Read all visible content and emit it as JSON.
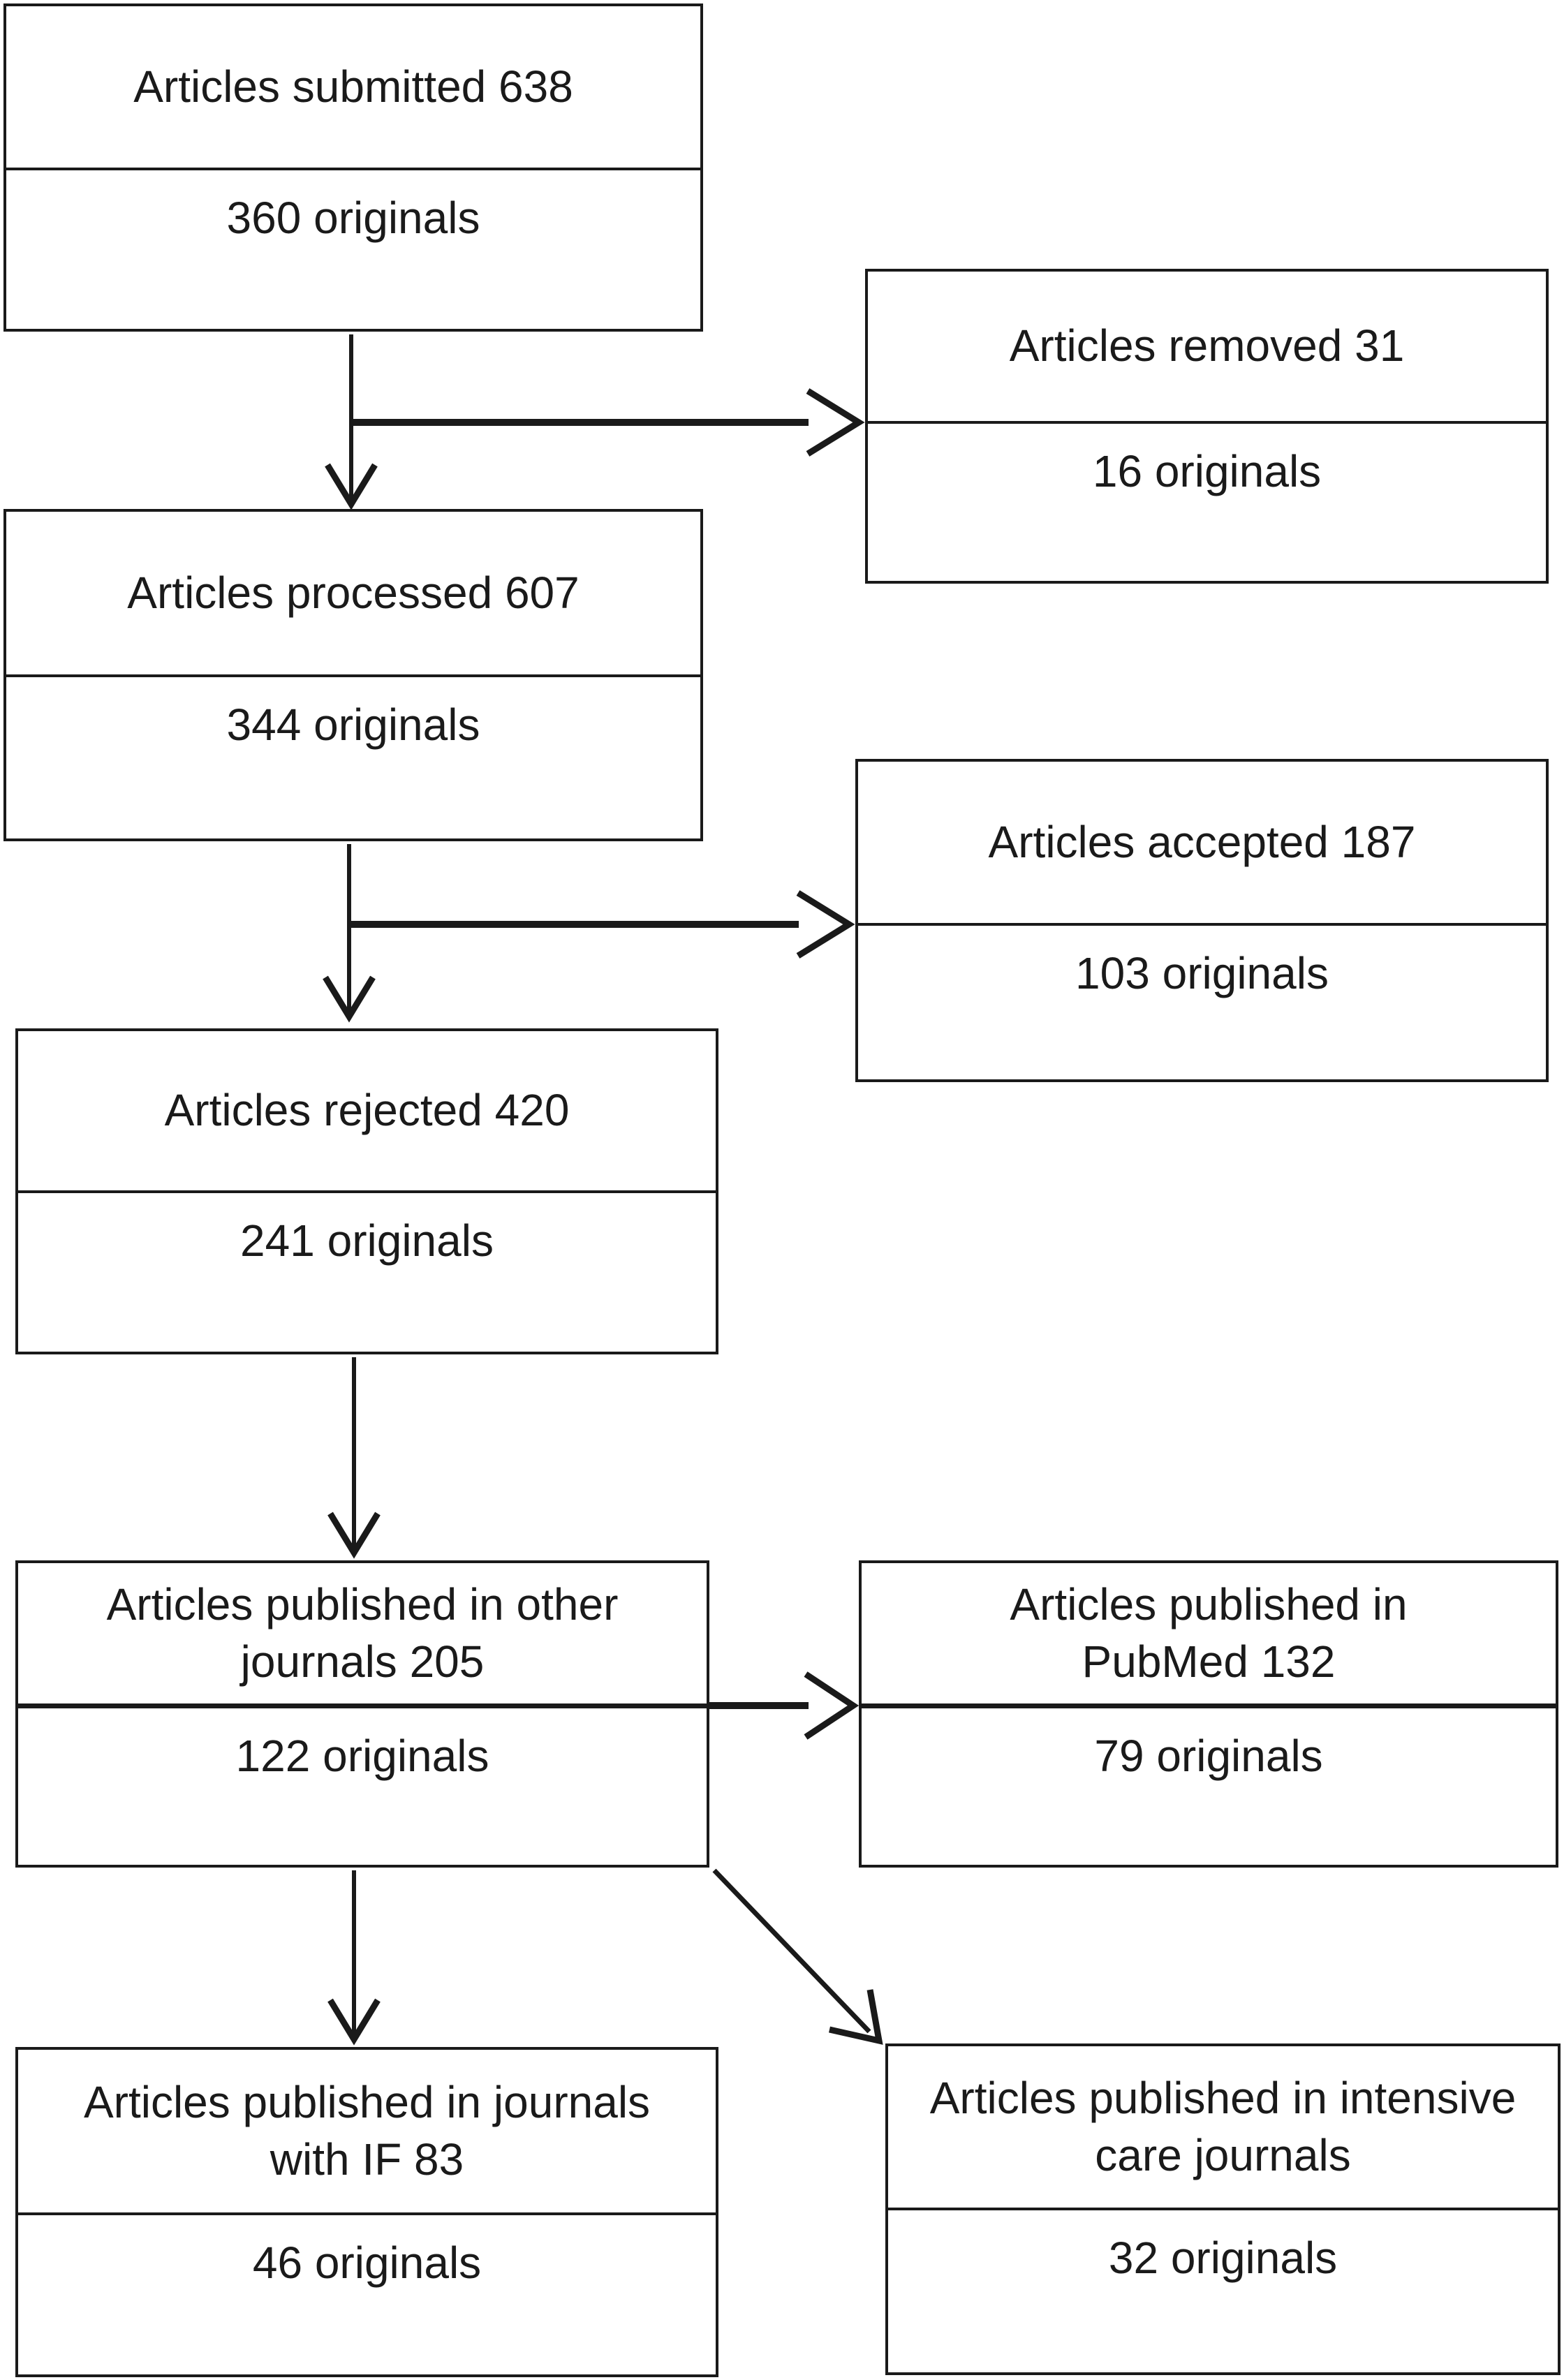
{
  "diagram": {
    "title": "Article submission flowchart",
    "colors": {
      "line": "#1a1a1a",
      "background": "#ffffff",
      "text": "#1a1a1a"
    },
    "boxes": [
      {
        "id": "submitted",
        "title": "Articles submitted 638",
        "value": "360 originals"
      },
      {
        "id": "removed",
        "title": "Articles removed 31",
        "value": "16 originals"
      },
      {
        "id": "processed",
        "title": "Articles processed 607",
        "value": "344 originals"
      },
      {
        "id": "accepted",
        "title": "Articles accepted 187",
        "value": "103 originals"
      },
      {
        "id": "rejected",
        "title": "Articles rejected 420",
        "value": "241 originals"
      },
      {
        "id": "published-other",
        "title": "Articles published in other\njournals 205",
        "value": "122 originals"
      },
      {
        "id": "published-pubmed",
        "title": "Articles published in\nPubMed 132",
        "value": "79 originals"
      },
      {
        "id": "published-if",
        "title": "Articles published in journals\nwith IF 83",
        "value": "46 originals"
      },
      {
        "id": "published-intensive",
        "title": "Articles published in intensive\ncare journals",
        "value": "32 originals"
      }
    ],
    "edges": [
      {
        "from": "submitted",
        "to": "processed"
      },
      {
        "from": "submitted",
        "to": "removed"
      },
      {
        "from": "processed",
        "to": "rejected"
      },
      {
        "from": "processed",
        "to": "accepted"
      },
      {
        "from": "rejected",
        "to": "published-other"
      },
      {
        "from": "published-other",
        "to": "published-pubmed"
      },
      {
        "from": "published-other",
        "to": "published-if"
      },
      {
        "from": "published-other",
        "to": "published-intensive"
      }
    ]
  }
}
